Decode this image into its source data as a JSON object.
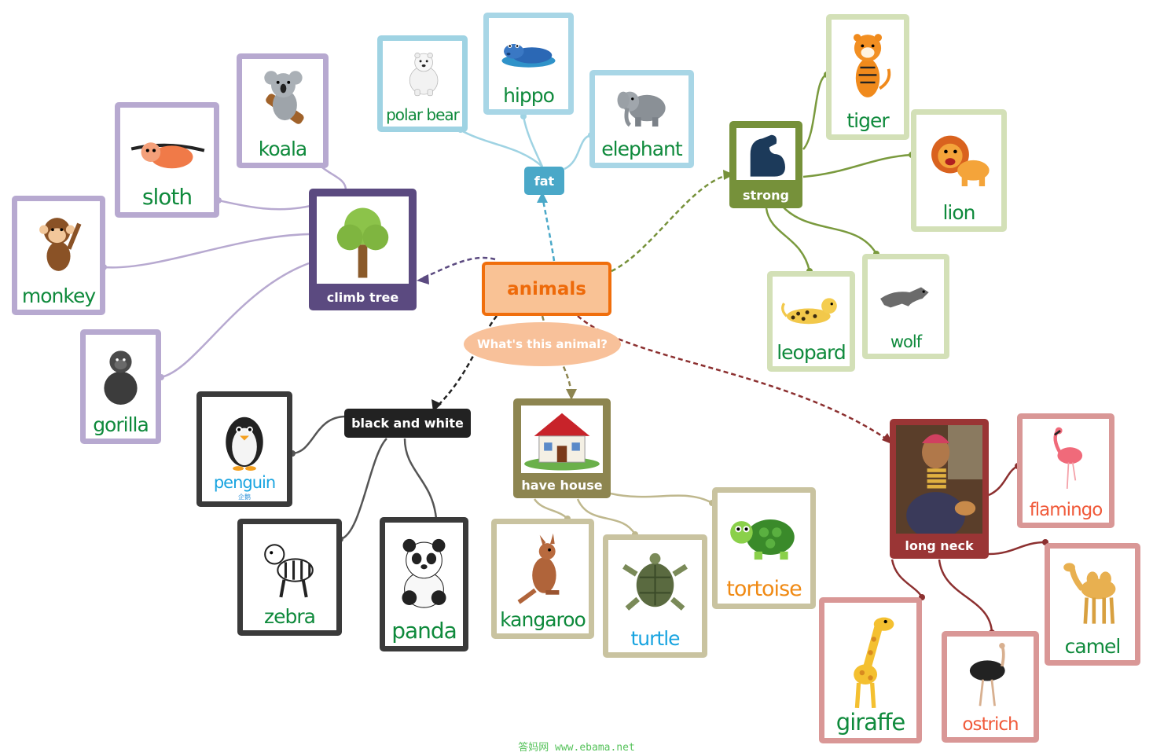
{
  "central": {
    "label": "animals"
  },
  "question": "What's this animal?",
  "colors": {
    "fat": "#4aa8c8",
    "strong": "#76913a",
    "climb_tree": "#5b4a80",
    "black_and_white": "#2b2b2b",
    "have_house": "#8d8550",
    "long_neck": "#9a3535"
  },
  "branches": {
    "fat": {
      "label": "fat",
      "animals": [
        "polar bear",
        "hippo",
        "elephant"
      ]
    },
    "strong": {
      "label": "strong",
      "animals": [
        "tiger",
        "lion",
        "leopard",
        "wolf"
      ]
    },
    "climb_tree": {
      "label": "climb tree",
      "animals": [
        "koala",
        "sloth",
        "monkey",
        "gorilla"
      ]
    },
    "black_and_white": {
      "label": "black and white",
      "animals": [
        "penguin",
        "zebra",
        "panda"
      ],
      "penguin_caption": "企鹅"
    },
    "have_house": {
      "label": "have house",
      "animals": [
        "kangaroo",
        "turtle",
        "tortoise"
      ]
    },
    "long_neck": {
      "label": "long neck",
      "animals": [
        "flamingo",
        "camel",
        "giraffe",
        "ostrich"
      ]
    }
  },
  "icons": [
    "polar-bear-icon",
    "hippo-icon",
    "elephant-icon",
    "tiger-icon",
    "lion-icon",
    "leopard-icon",
    "wolf-icon",
    "koala-icon",
    "sloth-icon",
    "monkey-icon",
    "gorilla-icon",
    "penguin-icon",
    "zebra-icon",
    "panda-icon",
    "kangaroo-icon",
    "turtle-icon",
    "tortoise-icon",
    "flamingo-icon",
    "camel-icon",
    "giraffe-icon",
    "ostrich-icon",
    "bicep-icon",
    "tree-icon",
    "house-icon",
    "long-neck-woman-photo"
  ],
  "footer": "答妈网 www.ebama.net"
}
